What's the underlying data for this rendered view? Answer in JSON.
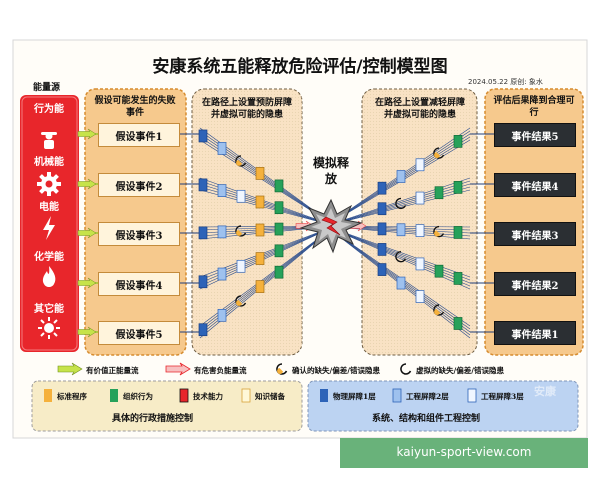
{
  "title": "安康系统五能释放危险评估/控制模型图",
  "meta": "2024.05.22  原创: 象水",
  "energy": {
    "header": "能量源",
    "items": [
      "行为能",
      "机械能",
      "电能",
      "化学能",
      "其它能"
    ]
  },
  "left_panel": {
    "header": "假设可能发生的失败事件",
    "events": [
      "假设事件1",
      "假设事件2",
      "假设事件3",
      "假设事件4",
      "假设事件5"
    ]
  },
  "center_left_header": "在路径上设置预防屏障并虚拟可能的隐患",
  "center_label": "模拟释放",
  "center_right_header": "在路径上设置减轻屏障并虚拟可能的隐患",
  "right_panel": {
    "header": "评估后果降到合理可行",
    "results": [
      "事件结果5",
      "事件结果4",
      "事件结果3",
      "事件结果2",
      "事件结果1"
    ]
  },
  "legend_top": {
    "positive": "有价值正能量流",
    "negative": "有危害负能量流",
    "confirmed": "确认的缺失/偏差/错误隐患",
    "virtual": "虚拟的缺失/偏差/错误隐患"
  },
  "legend_left": {
    "items": [
      "标准程序",
      "组织行为",
      "技术能力",
      "知识储备"
    ],
    "footer": "具体的行政措施控制"
  },
  "legend_right": {
    "items": [
      "物理屏障1层",
      "工程屏障2层",
      "工程屏障3层"
    ],
    "footer": "系统、结构和组件工程控制"
  },
  "watermark": "安康",
  "banner": "kaiyun-sport-view.com",
  "colors": {
    "red": "#e8262b",
    "orange_panel": "#f6c98d",
    "pink_panel": "#f9e2c4",
    "dark_box": "#2b2f33",
    "blue_legend": "#bcd3f2",
    "yellow_legend": "#f7ecc7",
    "barrier_orange": "#f5b13c",
    "barrier_green": "#26a15a",
    "barrier_blue": "#2d63b8",
    "banner_green": "#69b27a"
  }
}
